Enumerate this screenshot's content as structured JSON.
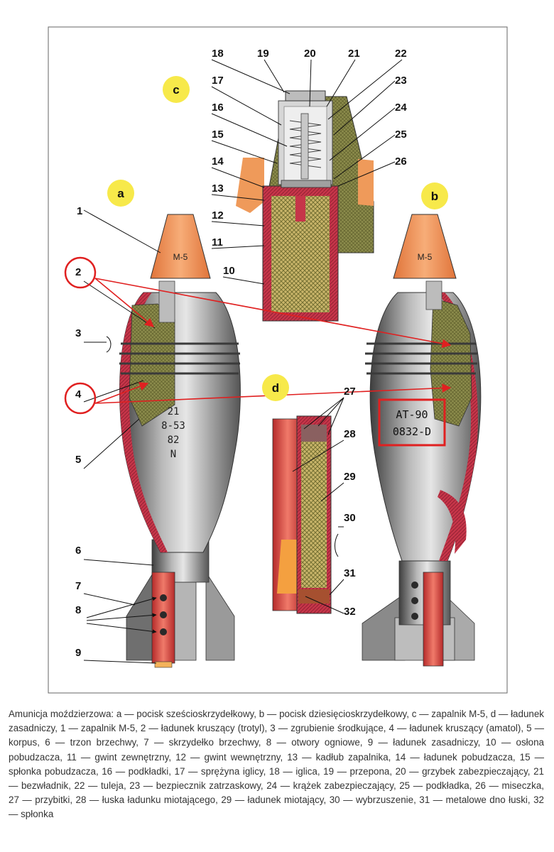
{
  "panels": {
    "a": "a",
    "b": "b",
    "c": "c",
    "d": "d"
  },
  "callouts_left": [
    "1",
    "2",
    "3",
    "4",
    "5",
    "6",
    "7",
    "8",
    "9",
    "10",
    "11",
    "12",
    "13",
    "14",
    "15",
    "16",
    "17",
    "18"
  ],
  "callouts_fuze_top": [
    "19",
    "20",
    "21",
    "22"
  ],
  "callouts_fuze_right": [
    "23",
    "24",
    "25",
    "26"
  ],
  "callouts_charge": [
    "27",
    "28",
    "29",
    "30",
    "31",
    "32"
  ],
  "shell_a": {
    "fuze_label": "M-5",
    "stamp_lines": [
      "21",
      "8-53",
      "82",
      "N"
    ]
  },
  "shell_b": {
    "fuze_label": "M-5",
    "stamp_lines": [
      "AT-90",
      "0832-D"
    ]
  },
  "colors": {
    "fuze_orange": "#f0904a",
    "body_gray": "#8a8a8a",
    "case_red": "#c8344a",
    "charge_olive": "#8a8a48",
    "highlight_red": "#e02020"
  },
  "caption": "Amunicja moździerzowa: a — pocisk sześcioskrzydełkowy, b — pocisk dziesięcioskrzydełkowy, c — zapalnik M-5, d — ładunek zasadniczy, 1 — zapalnik M-5, 2 — ładunek kruszący (trotyl), 3 — zgrubienie środkujące, 4 — ładunek kruszący (amatol), 5 — korpus, 6 — trzon brzechwy, 7 — skrzydełko brzechwy, 8 — otwory ogniowe, 9 — ładunek zasadniczy, 10 — osłona pobudzacza, 11 — gwint zewnętrzny, 12 — gwint wewnętrzny, 13 — kadłub zapalnika, 14 — ładunek pobudzacza, 15 — spłonka pobudzacza, 16 — podkładki, 17 — sprężyna iglicy, 18 — iglica, 19 — przepona, 20 — grzybek zabezpieczający, 21 — bezwładnik, 22 — tuleja, 23 — bezpiecznik zatrzaskowy, 24 — krążek zabezpieczający, 25 — podkładka, 26 — miseczka, 27 — przybitki, 28 — łuska ładunku miotającego, 29 — ładunek miotający, 30 — wybrzuszenie, 31 — metalowe dno łuski, 32 — spłonka"
}
